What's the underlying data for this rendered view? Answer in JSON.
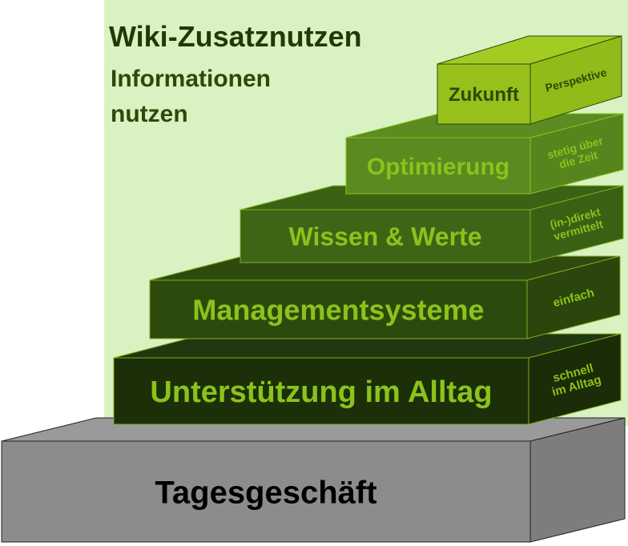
{
  "title": "Wiki-Zusatznutzen",
  "subtitle_line1": "Informationen",
  "subtitle_line2": "nutzen",
  "levels": [
    {
      "label": "Tagesgeschäft",
      "side": []
    },
    {
      "label": "Unterstützung im Alltag",
      "side": [
        "schnell",
        "im Alltag"
      ]
    },
    {
      "label": "Managementsysteme",
      "side": [
        "einfach"
      ]
    },
    {
      "label": "Wissen & Werte",
      "side": [
        "(in-)direkt",
        "vermittelt"
      ]
    },
    {
      "label": "Optimierung",
      "side": [
        "stetig über",
        "die Zeit"
      ]
    },
    {
      "label": "Zukunft",
      "side": [
        "Perspektive"
      ]
    }
  ],
  "colors": {
    "background": "#d9f2c2",
    "accent_text": "#8cc21c",
    "dark_text": "#2a4a08"
  }
}
